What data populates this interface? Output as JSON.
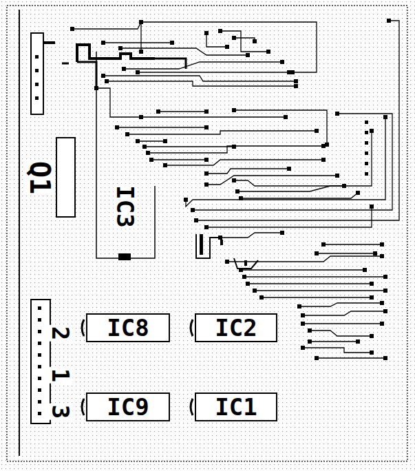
{
  "diagram": {
    "nodes": [
      {
        "text": [
          "IC8"
        ]
      },
      {
        "text": [
          "IC2"
        ]
      },
      {
        "text": [
          "IC9"
        ]
      },
      {
        "text": [
          "IC1"
        ]
      }
    ],
    "labels": [
      "Q1",
      "IC3",
      "2",
      "1",
      "3"
    ]
  }
}
